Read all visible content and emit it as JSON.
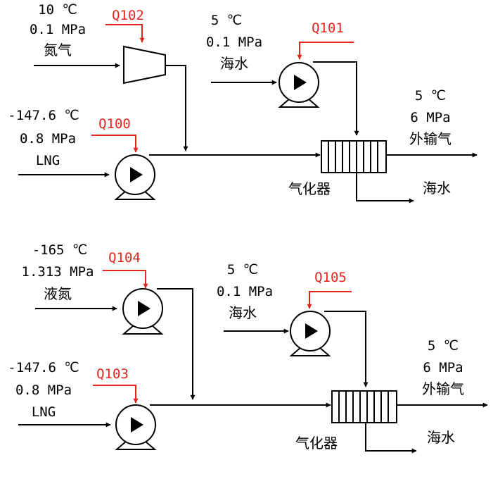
{
  "top": {
    "nitrogen_in": {
      "temp": "10 ℃",
      "pressure": "0.1 MPa",
      "name": "氮气"
    },
    "compressor_label": "Q102",
    "seawater_in": {
      "temp": "5 ℃",
      "pressure": "0.1 MPa",
      "name": "海水"
    },
    "seawater_pump_label": "Q101",
    "lng_in": {
      "temp": "-147.6 ℃",
      "pressure": "0.8 MPa",
      "name": "LNG"
    },
    "lng_pump_label": "Q100",
    "gas_out": {
      "temp": "5 ℃",
      "pressure": "6 MPa",
      "name": "外输气"
    },
    "vaporizer_label": "气化器",
    "seawater_out": "海水"
  },
  "bottom": {
    "ln2_in": {
      "temp": "-165 ℃",
      "pressure": "1.313 MPa",
      "name": "液氮"
    },
    "ln2_pump_label": "Q104",
    "seawater_in": {
      "temp": "5 ℃",
      "pressure": "0.1 MPa",
      "name": "海水"
    },
    "seawater_pump_label": "Q105",
    "lng_in": {
      "temp": "-147.6 ℃",
      "pressure": "0.8 MPa",
      "name": "LNG"
    },
    "lng_pump_label": "Q103",
    "gas_out": {
      "temp": "5 ℃",
      "pressure": "6 MPa",
      "name": "外输气"
    },
    "vaporizer_label": "气化器",
    "seawater_out": "海水"
  }
}
